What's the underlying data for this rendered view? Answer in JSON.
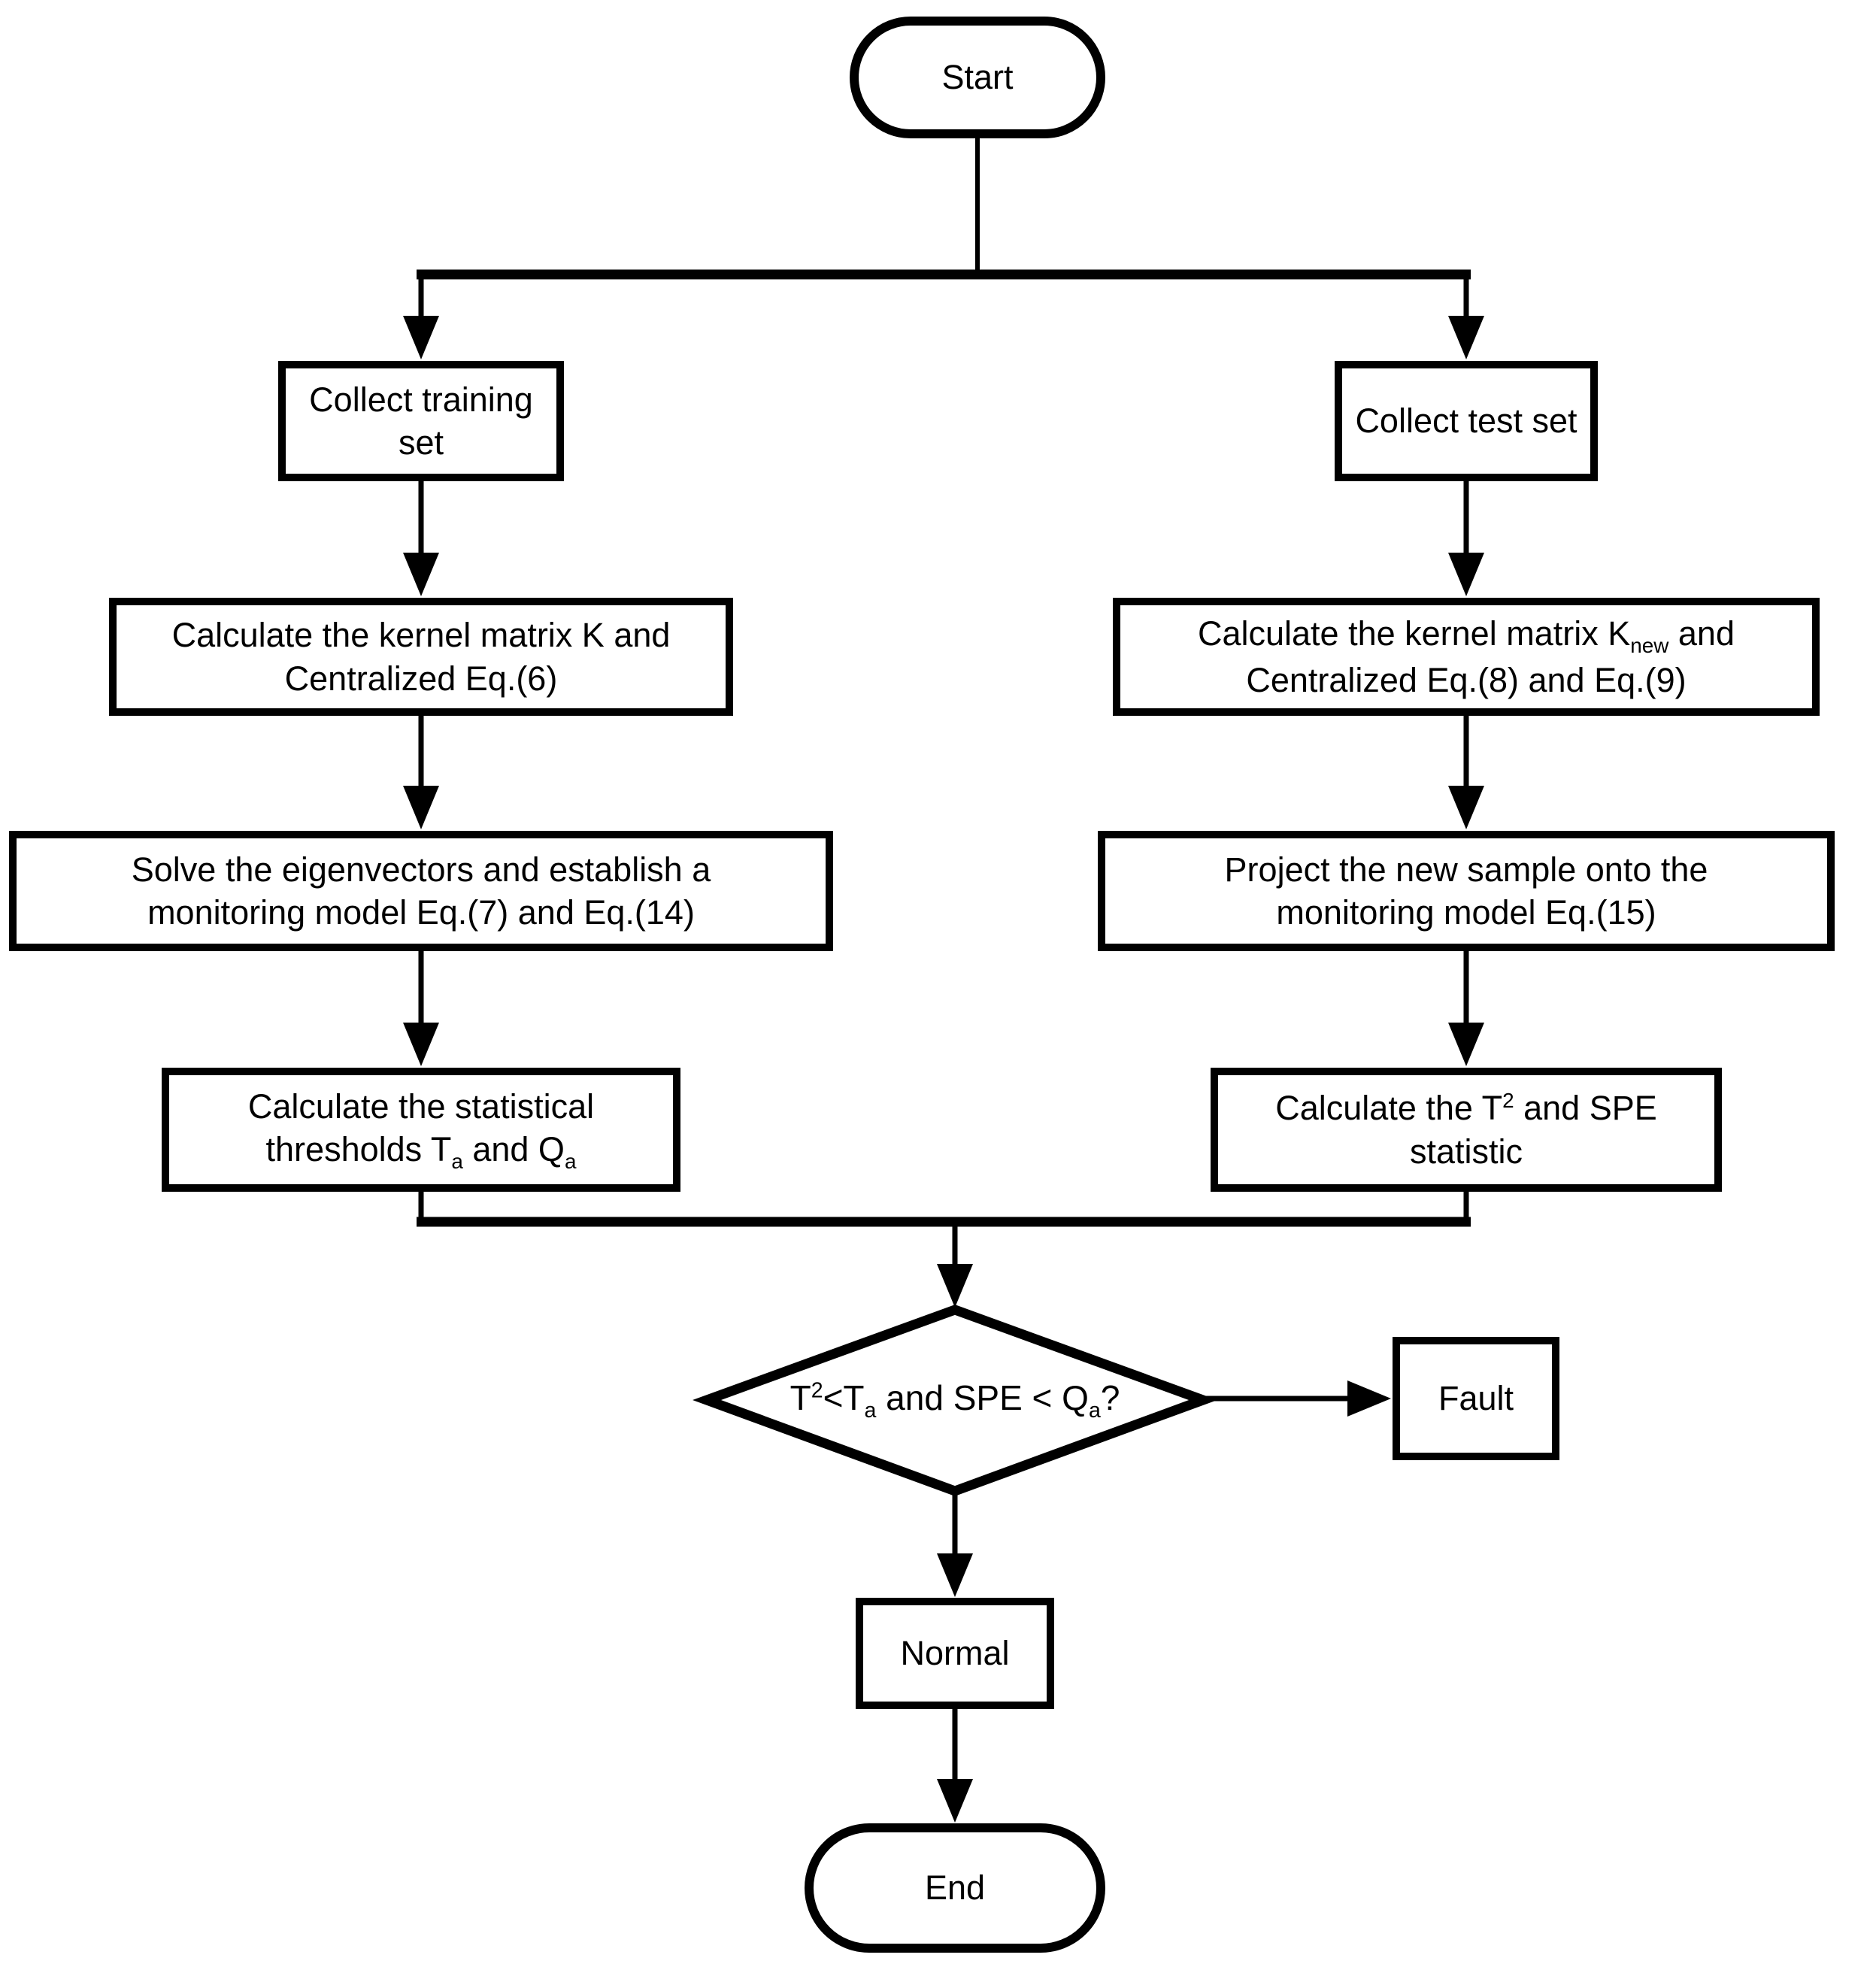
{
  "colors": {
    "stroke": "#000000",
    "background": "#ffffff"
  },
  "nodes": {
    "start": {
      "shape": "terminator",
      "lines": [
        [
          {
            "t": "Start"
          }
        ]
      ]
    },
    "collect_training": {
      "shape": "process",
      "lines": [
        [
          {
            "t": "Collect training"
          }
        ],
        [
          {
            "t": "set"
          }
        ]
      ]
    },
    "collect_test": {
      "shape": "process",
      "lines": [
        [
          {
            "t": "Collect test set"
          }
        ]
      ]
    },
    "calc_kernel_train": {
      "shape": "process",
      "lines": [
        [
          {
            "t": "Calculate the kernel matrix K and"
          }
        ],
        [
          {
            "t": "Centralized Eq.(6)"
          }
        ]
      ]
    },
    "calc_kernel_test": {
      "shape": "process",
      "lines": [
        [
          {
            "t": "Calculate the kernel matrix K"
          },
          {
            "t": "new",
            "m": "sub"
          },
          {
            "t": " and"
          }
        ],
        [
          {
            "t": "Centralized Eq.(8) and Eq.(9)"
          }
        ]
      ]
    },
    "solve_eigen": {
      "shape": "process",
      "lines": [
        [
          {
            "t": "Solve the eigenvectors and establish a"
          }
        ],
        [
          {
            "t": "monitoring model Eq.(7) and Eq.(14)"
          }
        ]
      ]
    },
    "project_sample": {
      "shape": "process",
      "lines": [
        [
          {
            "t": "Project the new sample onto the"
          }
        ],
        [
          {
            "t": "monitoring model Eq.(15)"
          }
        ]
      ]
    },
    "calc_thresholds": {
      "shape": "process",
      "lines": [
        [
          {
            "t": "Calculate the statistical"
          }
        ],
        [
          {
            "t": "thresholds T"
          },
          {
            "t": "a",
            "m": "sub"
          },
          {
            "t": " and Q"
          },
          {
            "t": "a",
            "m": "sub"
          }
        ]
      ]
    },
    "calc_statistics": {
      "shape": "process",
      "lines": [
        [
          {
            "t": "Calculate the T"
          },
          {
            "t": "2",
            "m": "sup"
          },
          {
            "t": " and SPE"
          }
        ],
        [
          {
            "t": "statistic"
          }
        ]
      ]
    },
    "decision": {
      "shape": "decision",
      "lines": [
        [
          {
            "t": "T"
          },
          {
            "t": "2",
            "m": "sup"
          },
          {
            "t": "<T"
          },
          {
            "t": "a",
            "m": "sub"
          },
          {
            "t": " and SPE < Q"
          },
          {
            "t": "a",
            "m": "sub"
          },
          {
            "t": "?"
          }
        ]
      ]
    },
    "fault": {
      "shape": "process",
      "lines": [
        [
          {
            "t": "Fault"
          }
        ]
      ]
    },
    "normal": {
      "shape": "process",
      "lines": [
        [
          {
            "t": "Normal"
          }
        ]
      ]
    },
    "end": {
      "shape": "terminator",
      "lines": [
        [
          {
            "t": "End"
          }
        ]
      ]
    }
  }
}
